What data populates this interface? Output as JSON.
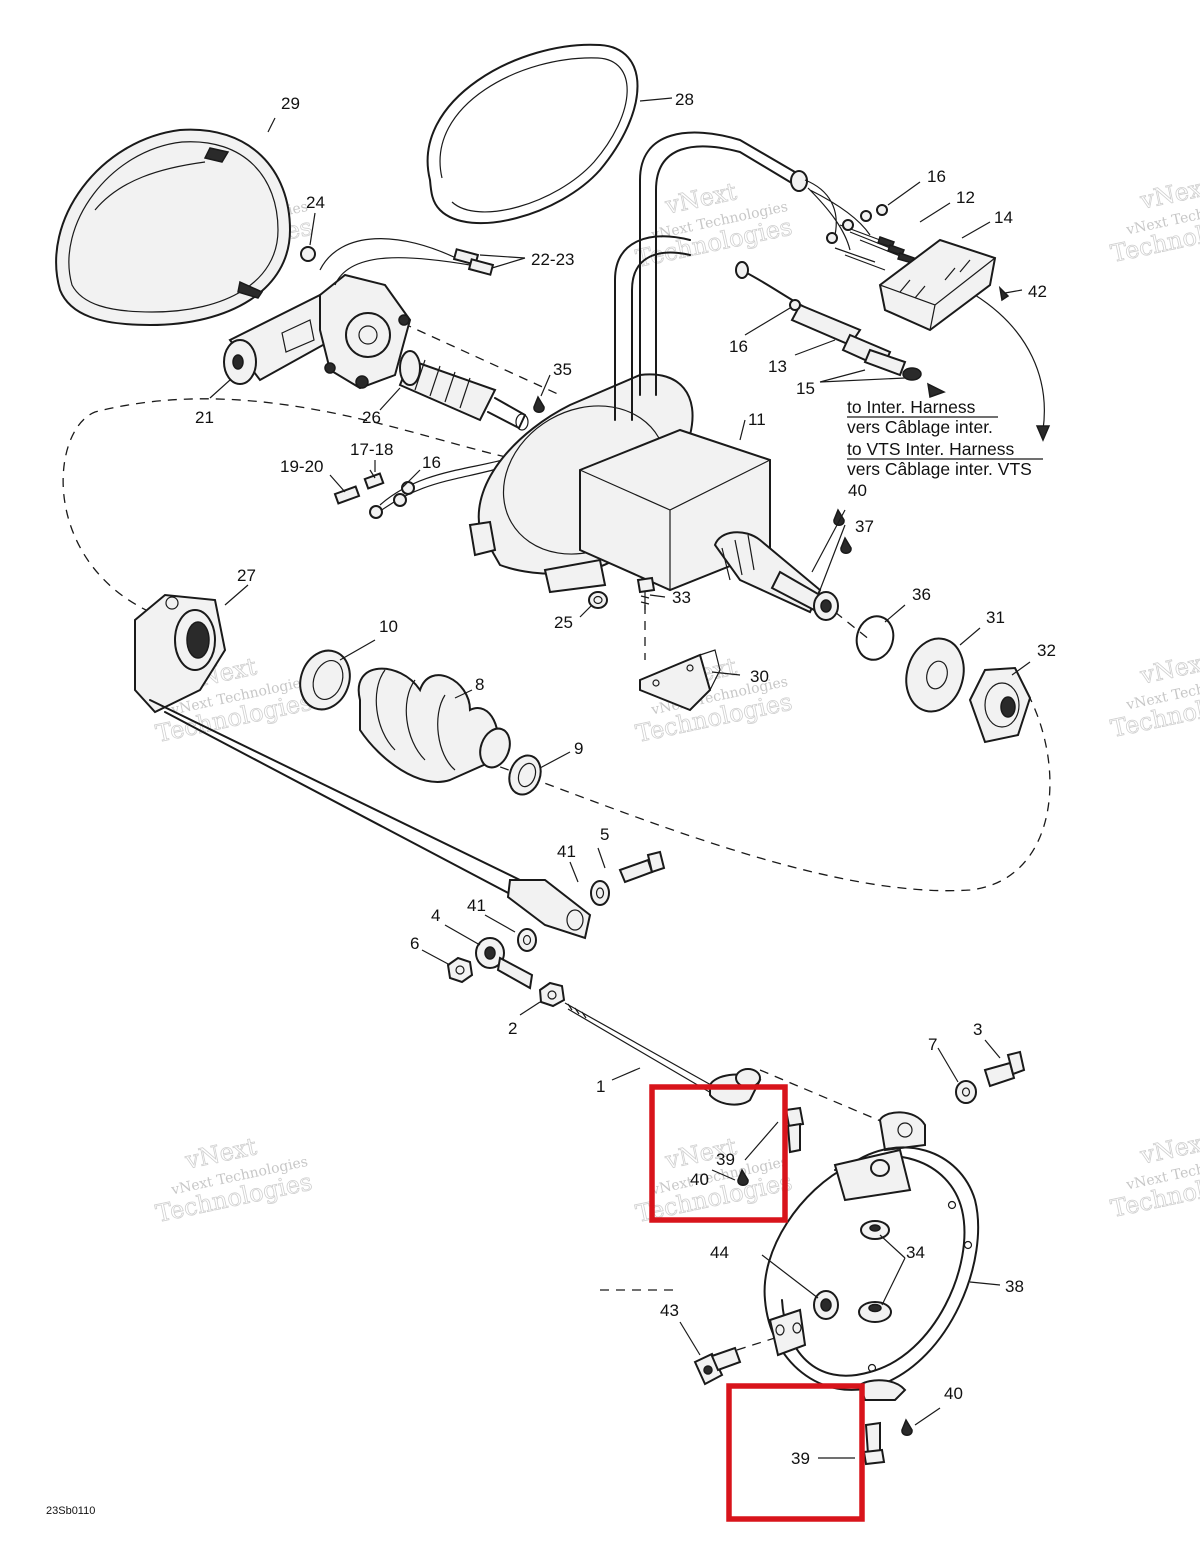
{
  "diagram": {
    "figure_code": "23Sb0110",
    "labels": {
      "p1": "1",
      "p2": "2",
      "p3": "3",
      "p4": "4",
      "p5": "5",
      "p6": "6",
      "p7": "7",
      "p8": "8",
      "p9": "9",
      "p10": "10",
      "p11": "11",
      "p12": "12",
      "p13": "13",
      "p14": "14",
      "p15": "15",
      "p16a": "16",
      "p16b": "16",
      "p16c": "16",
      "p17_18": "17-18",
      "p19_20": "19-20",
      "p21": "21",
      "p22_23": "22-23",
      "p24": "24",
      "p25": "25",
      "p26": "26",
      "p27": "27",
      "p28": "28",
      "p29": "29",
      "p30": "30",
      "p31": "31",
      "p32": "32",
      "p33": "33",
      "p34": "34",
      "p35": "35",
      "p36": "36",
      "p37": "37",
      "p38": "38",
      "p39a": "39",
      "p39b": "39",
      "p40a": "40",
      "p40b": "40",
      "p40c": "40",
      "p41a": "41",
      "p41b": "41",
      "p42": "42",
      "p43": "43",
      "p44": "44"
    },
    "notes": {
      "line1": "to Inter. Harness",
      "line2": "vers Câblage inter.",
      "line3": "to VTS Inter. Harness",
      "line4": "vers Câblage inter. VTS"
    },
    "watermark": {
      "line1": "vNext",
      "line2": "vNext Technologies",
      "line3": "Technologies"
    },
    "highlight_color": "#d8141b"
  }
}
